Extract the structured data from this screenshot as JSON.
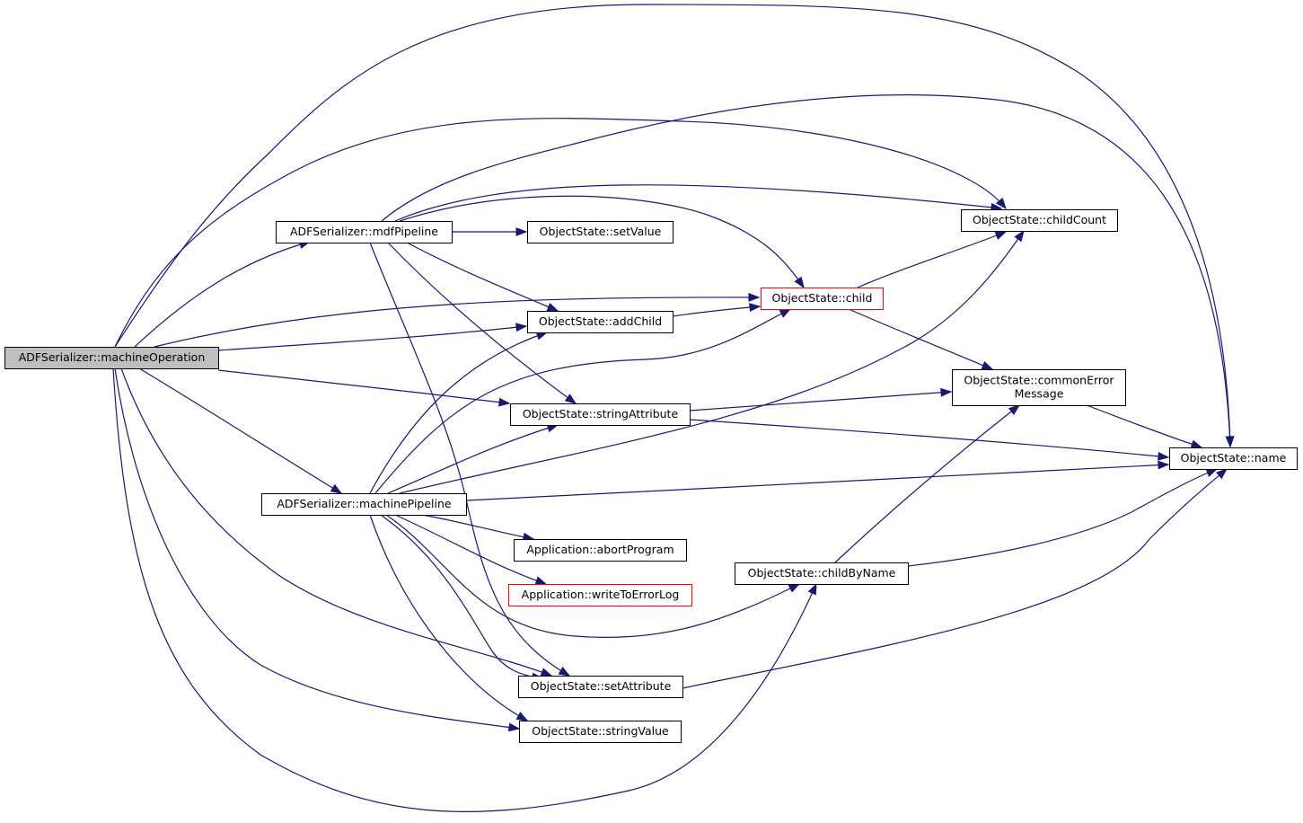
{
  "colors": {
    "edge": "#191970",
    "node_border": "#000000",
    "node_border_truncated": "#ff0000",
    "node_fill": "#ffffff",
    "root_fill": "#bfbfbf"
  },
  "nodes": [
    {
      "id": "machineOperation",
      "lines": [
        "ADFSerializer::machineOperation"
      ],
      "root": true
    },
    {
      "id": "mdfPipeline",
      "lines": [
        "ADFSerializer::mdfPipeline"
      ]
    },
    {
      "id": "machinePipeline",
      "lines": [
        "ADFSerializer::machinePipeline"
      ]
    },
    {
      "id": "setValue",
      "lines": [
        "ObjectState::setValue"
      ]
    },
    {
      "id": "addChild",
      "lines": [
        "ObjectState::addChild"
      ]
    },
    {
      "id": "stringAttribute",
      "lines": [
        "ObjectState::stringAttribute"
      ]
    },
    {
      "id": "abortProgram",
      "lines": [
        "Application::abortProgram"
      ]
    },
    {
      "id": "writeToErrorLog",
      "lines": [
        "Application::writeToErrorLog"
      ],
      "truncated": true
    },
    {
      "id": "setAttribute",
      "lines": [
        "ObjectState::setAttribute"
      ]
    },
    {
      "id": "stringValue",
      "lines": [
        "ObjectState::stringValue"
      ]
    },
    {
      "id": "child",
      "lines": [
        "ObjectState::child"
      ],
      "truncated": true
    },
    {
      "id": "childByName",
      "lines": [
        "ObjectState::childByName"
      ]
    },
    {
      "id": "childCount",
      "lines": [
        "ObjectState::childCount"
      ]
    },
    {
      "id": "commonErrorMessage",
      "lines": [
        "ObjectState::commonError",
        "Message"
      ]
    },
    {
      "id": "name",
      "lines": [
        "ObjectState::name"
      ]
    }
  ],
  "edges": [
    {
      "from": "machineOperation",
      "to": "name"
    },
    {
      "from": "machineOperation",
      "to": "childCount"
    },
    {
      "from": "machineOperation",
      "to": "mdfPipeline"
    },
    {
      "from": "machineOperation",
      "to": "child"
    },
    {
      "from": "machineOperation",
      "to": "addChild"
    },
    {
      "from": "machineOperation",
      "to": "stringAttribute"
    },
    {
      "from": "machineOperation",
      "to": "machinePipeline"
    },
    {
      "from": "machineOperation",
      "to": "setAttribute"
    },
    {
      "from": "machineOperation",
      "to": "stringValue"
    },
    {
      "from": "machineOperation",
      "to": "childByName"
    },
    {
      "from": "mdfPipeline",
      "to": "name"
    },
    {
      "from": "mdfPipeline",
      "to": "childCount"
    },
    {
      "from": "mdfPipeline",
      "to": "child"
    },
    {
      "from": "mdfPipeline",
      "to": "setValue"
    },
    {
      "from": "mdfPipeline",
      "to": "addChild"
    },
    {
      "from": "mdfPipeline",
      "to": "stringAttribute"
    },
    {
      "from": "mdfPipeline",
      "to": "setAttribute"
    },
    {
      "from": "machinePipeline",
      "to": "addChild"
    },
    {
      "from": "machinePipeline",
      "to": "child"
    },
    {
      "from": "machinePipeline",
      "to": "stringAttribute"
    },
    {
      "from": "machinePipeline",
      "to": "childCount"
    },
    {
      "from": "machinePipeline",
      "to": "name"
    },
    {
      "from": "machinePipeline",
      "to": "abortProgram"
    },
    {
      "from": "machinePipeline",
      "to": "writeToErrorLog"
    },
    {
      "from": "machinePipeline",
      "to": "childByName"
    },
    {
      "from": "machinePipeline",
      "to": "setAttribute"
    },
    {
      "from": "machinePipeline",
      "to": "stringValue"
    },
    {
      "from": "addChild",
      "to": "child"
    },
    {
      "from": "child",
      "to": "childCount"
    },
    {
      "from": "child",
      "to": "commonErrorMessage"
    },
    {
      "from": "stringAttribute",
      "to": "commonErrorMessage"
    },
    {
      "from": "stringAttribute",
      "to": "name"
    },
    {
      "from": "commonErrorMessage",
      "to": "name"
    },
    {
      "from": "childByName",
      "to": "commonErrorMessage"
    },
    {
      "from": "childByName",
      "to": "name"
    },
    {
      "from": "setAttribute",
      "to": "name"
    }
  ]
}
